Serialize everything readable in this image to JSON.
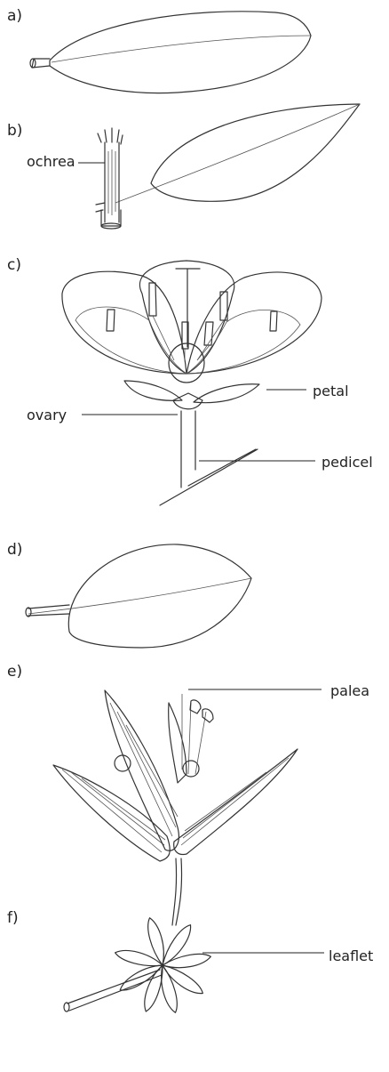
{
  "panels": [
    {
      "label": "a)"
    },
    {
      "label": "b)",
      "callouts": [
        "ochrea"
      ]
    },
    {
      "label": "c)",
      "callouts": [
        "petal",
        "ovary",
        "pedicel"
      ]
    },
    {
      "label": "d)"
    },
    {
      "label": "e)",
      "callouts": [
        "palea"
      ]
    },
    {
      "label": "f)",
      "callouts": [
        "leaflet"
      ]
    }
  ]
}
